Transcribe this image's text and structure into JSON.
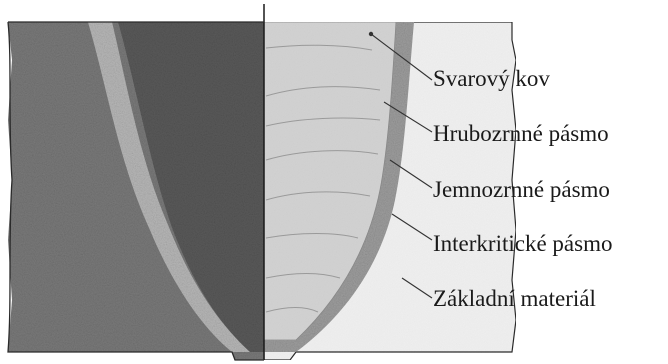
{
  "zones": [
    {
      "label": "Svarový kov"
    },
    {
      "label": "Hrubozrnné pásmo"
    },
    {
      "label": "Jemnozrnné pásmo"
    },
    {
      "label": "Interkritické pásmo"
    },
    {
      "label": "Základní materiál"
    }
  ],
  "colors": {
    "micrograph_base": "#7a7a7a",
    "micrograph_dark": "#5a5a5a",
    "micrograph_light": "#b8b8b8",
    "weld_metal": "#d4d4d4",
    "haz_band": "#9e9e9e",
    "base_material": "#f1f1f1",
    "outline": "#2a2a2a",
    "text": "#1a1a1a"
  }
}
